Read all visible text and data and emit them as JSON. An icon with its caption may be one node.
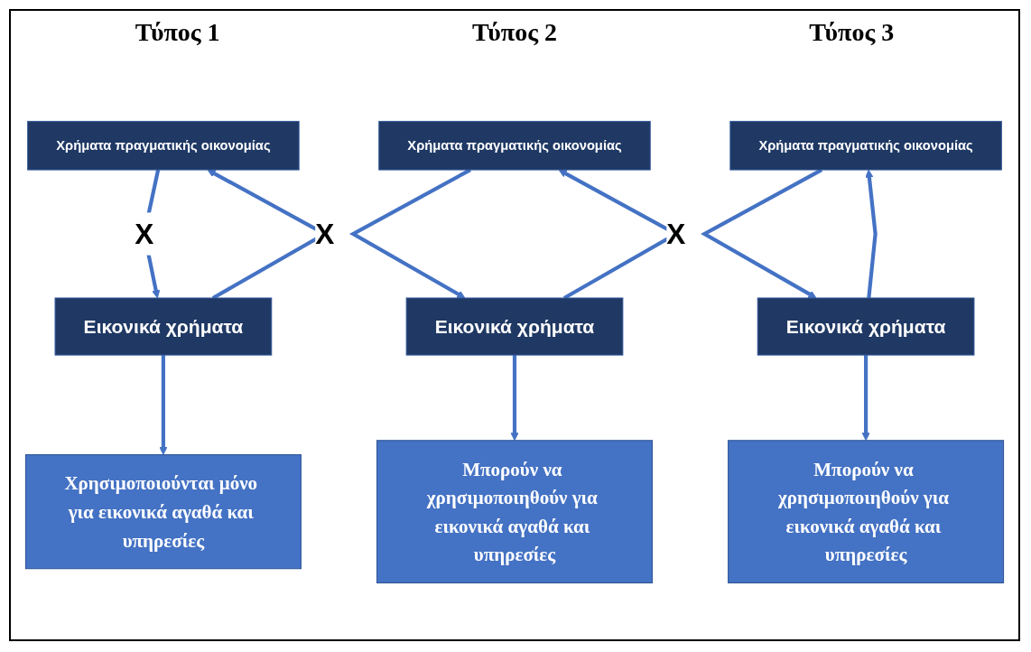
{
  "diagram": {
    "nodes": [
      {
        "text": [
          "Χρήματα πραγματικής οικονομίας"
        ]
      },
      {
        "text": [
          "Χρήματα πραγματικής οικονομίας"
        ]
      },
      {
        "text": [
          "Χρήματα πραγματικής οικονομίας"
        ]
      },
      {
        "text": [
          "Εικονικά χρήματα"
        ]
      },
      {
        "text": [
          "Εικονικά χρήματα"
        ]
      },
      {
        "text": [
          "Εικονικά χρήματα"
        ]
      },
      {
        "text": [
          "Χρησιμοποιούνται μόνο για εικονικά αγαθά και υπηρεσίες"
        ]
      },
      {
        "text": [
          "Μπορούν να χρησιμοποιηθούν για εικονικά αγαθά και υπηρεσίες"
        ]
      },
      {
        "text": [
          "Μπορούν να χρησιμοποιηθούν για εικονικά αγαθά και υπηρεσίες"
        ]
      }
    ],
    "edges": [
      {
        "from": 0,
        "to": 3,
        "arrow": "to",
        "label": "X"
      },
      {
        "from": 3,
        "to": 0,
        "arrow": "to",
        "label": "X"
      },
      {
        "from": 3,
        "to": 6,
        "arrow": "to"
      },
      {
        "from": 1,
        "to": 4,
        "arrow": "to"
      },
      {
        "from": 4,
        "to": 1,
        "arrow": "to",
        "label": "X"
      },
      {
        "from": 4,
        "to": 7,
        "arrow": "to"
      },
      {
        "from": 2,
        "to": 5,
        "arrow": "to"
      },
      {
        "from": 5,
        "to": 2,
        "arrow": "to"
      },
      {
        "from": 5,
        "to": 8,
        "arrow": "to"
      }
    ],
    "labels": [
      "Τύπος 1",
      "Τύπος 2",
      "Τύπος 3"
    ]
  }
}
